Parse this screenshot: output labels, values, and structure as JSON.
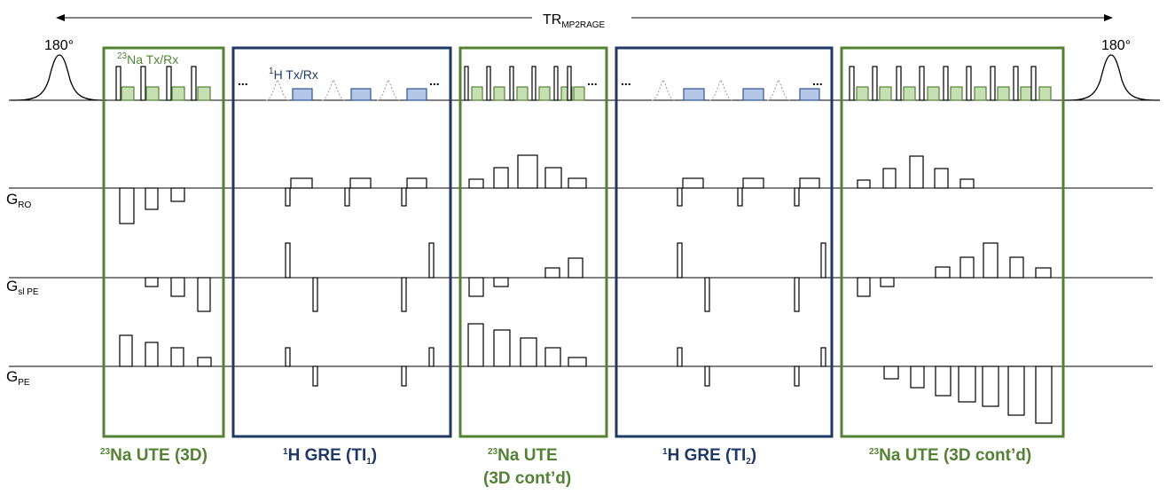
{
  "tr": {
    "main": "TR",
    "sub": "MP2RAGE"
  },
  "inversion": {
    "left_label": "180°",
    "right_label": "180°"
  },
  "axes": {
    "ro": {
      "main": "G",
      "sub": "RO"
    },
    "sl": {
      "main": "G",
      "sub": "sl PE"
    },
    "pe": {
      "main": "G",
      "sub": "PE"
    }
  },
  "na_txrx": {
    "sup": "23",
    "text": "Na Tx/Rx"
  },
  "h_txrx": {
    "sup": "1",
    "text": "H Tx/Rx"
  },
  "ellipsis": "...",
  "segments": {
    "na1": {
      "sup": "23",
      "text": "Na UTE (3D)"
    },
    "h1": {
      "sup": "1",
      "text": "H GRE (TI",
      "sub": "1",
      "close": ")"
    },
    "na2": {
      "sup": "23",
      "text": "Na UTE",
      "line2": "(3D cont’d)"
    },
    "h2": {
      "sup": "1",
      "text": "H GRE (TI",
      "sub": "2",
      "close": ")"
    },
    "na3": {
      "sup": "23",
      "text": "Na UTE (3D cont’d)"
    }
  },
  "colors": {
    "sodium": "#548235",
    "proton": "#1f3864",
    "sodium_fill": "#c6e0b4",
    "proton_fill": "#b4c7e7"
  }
}
